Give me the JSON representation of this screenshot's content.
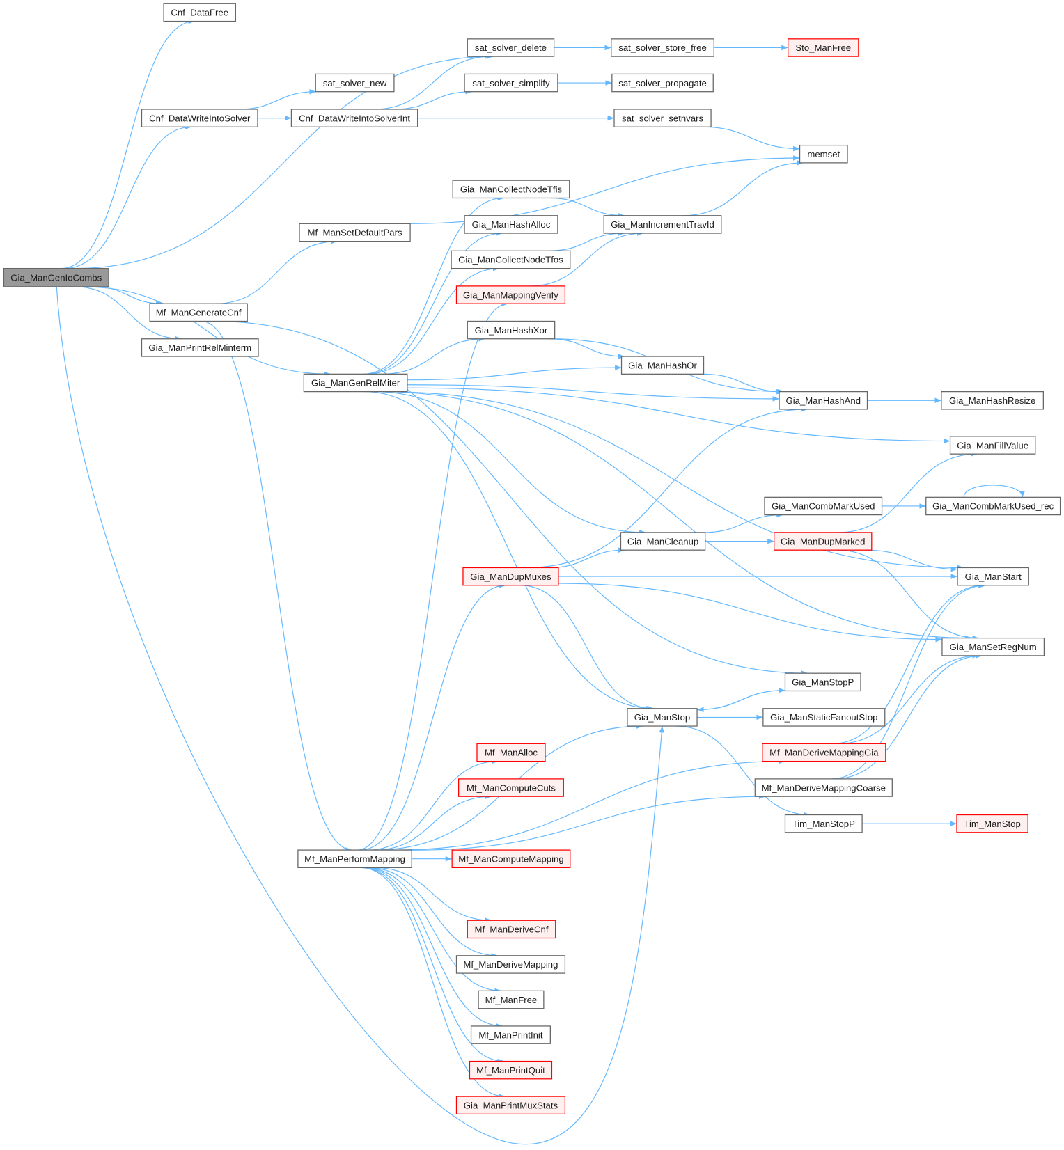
{
  "colors": {
    "edge": "#63b8ff",
    "node_border": "#666666",
    "node_fill": "#ffffff",
    "root_fill": "#999999",
    "root_border": "#666666",
    "red_border": "#ff0000",
    "red_fill": "#fff0f0"
  },
  "nodes": [
    {
      "id": "n1",
      "label": "Gia_ManGenIoCombs",
      "style": "root"
    },
    {
      "id": "n2",
      "label": "Cnf_DataFree",
      "style": "normal"
    },
    {
      "id": "n3",
      "label": "sat_solver_delete",
      "style": "normal"
    },
    {
      "id": "n4",
      "label": "sat_solver_store_free",
      "style": "normal"
    },
    {
      "id": "n5",
      "label": "Sto_ManFree",
      "style": "red"
    },
    {
      "id": "n6",
      "label": "sat_solver_new",
      "style": "normal"
    },
    {
      "id": "n7",
      "label": "sat_solver_simplify",
      "style": "normal"
    },
    {
      "id": "n8",
      "label": "sat_solver_propagate",
      "style": "normal"
    },
    {
      "id": "n9",
      "label": "Cnf_DataWriteIntoSolver",
      "style": "normal"
    },
    {
      "id": "n10",
      "label": "Cnf_DataWriteIntoSolverInt",
      "style": "normal"
    },
    {
      "id": "n11",
      "label": "sat_solver_setnvars",
      "style": "normal"
    },
    {
      "id": "n12",
      "label": "memset",
      "style": "normal"
    },
    {
      "id": "n13",
      "label": "Gia_ManCollectNodeTfis",
      "style": "normal"
    },
    {
      "id": "n14",
      "label": "Mf_ManSetDefaultPars",
      "style": "normal"
    },
    {
      "id": "n15",
      "label": "Gia_ManHashAlloc",
      "style": "normal"
    },
    {
      "id": "n16",
      "label": "Gia_ManIncrementTravId",
      "style": "normal"
    },
    {
      "id": "n17",
      "label": "Gia_ManCollectNodeTfos",
      "style": "normal"
    },
    {
      "id": "n18",
      "label": "Gia_ManMappingVerify",
      "style": "red"
    },
    {
      "id": "n19",
      "label": "Mf_ManGenerateCnf",
      "style": "normal"
    },
    {
      "id": "n20",
      "label": "Gia_ManPrintRelMinterm",
      "style": "normal"
    },
    {
      "id": "n21",
      "label": "Gia_ManHashXor",
      "style": "normal"
    },
    {
      "id": "n22",
      "label": "Gia_ManHashOr",
      "style": "normal"
    },
    {
      "id": "n23",
      "label": "Gia_ManGenRelMiter",
      "style": "normal"
    },
    {
      "id": "n24",
      "label": "Gia_ManHashAnd",
      "style": "normal"
    },
    {
      "id": "n25",
      "label": "Gia_ManHashResize",
      "style": "normal"
    },
    {
      "id": "n26",
      "label": "Gia_ManFillValue",
      "style": "normal"
    },
    {
      "id": "n27",
      "label": "Gia_ManCombMarkUsed",
      "style": "normal"
    },
    {
      "id": "n28",
      "label": "Gia_ManCombMarkUsed_rec",
      "style": "normal"
    },
    {
      "id": "n29",
      "label": "Gia_ManCleanup",
      "style": "normal"
    },
    {
      "id": "n30",
      "label": "Gia_ManDupMarked",
      "style": "red"
    },
    {
      "id": "n31",
      "label": "Gia_ManDupMuxes",
      "style": "red"
    },
    {
      "id": "n32",
      "label": "Gia_ManStart",
      "style": "normal"
    },
    {
      "id": "n33",
      "label": "Gia_ManSetRegNum",
      "style": "normal"
    },
    {
      "id": "n34",
      "label": "Gia_ManStopP",
      "style": "normal"
    },
    {
      "id": "n35",
      "label": "Gia_ManStop",
      "style": "normal"
    },
    {
      "id": "n36",
      "label": "Gia_ManStaticFanoutStop",
      "style": "normal"
    },
    {
      "id": "n37",
      "label": "Mf_ManAlloc",
      "style": "red"
    },
    {
      "id": "n38",
      "label": "Mf_ManDeriveMappingGia",
      "style": "red"
    },
    {
      "id": "n39",
      "label": "Mf_ManComputeCuts",
      "style": "red"
    },
    {
      "id": "n40",
      "label": "Mf_ManDeriveMappingCoarse",
      "style": "normal"
    },
    {
      "id": "n41",
      "label": "Tim_ManStopP",
      "style": "normal"
    },
    {
      "id": "n42",
      "label": "Tim_ManStop",
      "style": "red"
    },
    {
      "id": "n43",
      "label": "Mf_ManPerformMapping",
      "style": "normal"
    },
    {
      "id": "n44",
      "label": "Mf_ManComputeMapping",
      "style": "red"
    },
    {
      "id": "n45",
      "label": "Mf_ManDeriveCnf",
      "style": "red"
    },
    {
      "id": "n46",
      "label": "Mf_ManDeriveMapping",
      "style": "normal"
    },
    {
      "id": "n47",
      "label": "Mf_ManFree",
      "style": "normal"
    },
    {
      "id": "n48",
      "label": "Mf_ManPrintInit",
      "style": "normal"
    },
    {
      "id": "n49",
      "label": "Mf_ManPrintQuit",
      "style": "red"
    },
    {
      "id": "n50",
      "label": "Gia_ManPrintMuxStats",
      "style": "red"
    }
  ],
  "edges": [
    [
      "n1",
      "n2"
    ],
    [
      "n1",
      "n3"
    ],
    [
      "n1",
      "n9"
    ],
    [
      "n1",
      "n23"
    ],
    [
      "n1",
      "n19"
    ],
    [
      "n1",
      "n20"
    ],
    [
      "n1",
      "n35"
    ],
    [
      "n9",
      "n6"
    ],
    [
      "n9",
      "n10"
    ],
    [
      "n10",
      "n3"
    ],
    [
      "n10",
      "n7"
    ],
    [
      "n10",
      "n11"
    ],
    [
      "n3",
      "n4"
    ],
    [
      "n4",
      "n5"
    ],
    [
      "n7",
      "n8"
    ],
    [
      "n11",
      "n12"
    ],
    [
      "n14",
      "n12"
    ],
    [
      "n13",
      "n16"
    ],
    [
      "n17",
      "n16"
    ],
    [
      "n18",
      "n16"
    ],
    [
      "n16",
      "n12"
    ],
    [
      "n19",
      "n14"
    ],
    [
      "n19",
      "n43"
    ],
    [
      "n19",
      "n34"
    ],
    [
      "n23",
      "n13"
    ],
    [
      "n23",
      "n15"
    ],
    [
      "n23",
      "n17"
    ],
    [
      "n23",
      "n21"
    ],
    [
      "n23",
      "n22"
    ],
    [
      "n23",
      "n24"
    ],
    [
      "n23",
      "n26"
    ],
    [
      "n23",
      "n32"
    ],
    [
      "n23",
      "n29"
    ],
    [
      "n23",
      "n33"
    ],
    [
      "n23",
      "n35"
    ],
    [
      "n21",
      "n22"
    ],
    [
      "n21",
      "n24"
    ],
    [
      "n22",
      "n24"
    ],
    [
      "n24",
      "n25"
    ],
    [
      "n27",
      "n28"
    ],
    [
      "n28",
      "n28"
    ],
    [
      "n29",
      "n27"
    ],
    [
      "n29",
      "n30"
    ],
    [
      "n30",
      "n26"
    ],
    [
      "n30",
      "n32"
    ],
    [
      "n30",
      "n33"
    ],
    [
      "n31",
      "n29"
    ],
    [
      "n31",
      "n24"
    ],
    [
      "n31",
      "n32"
    ],
    [
      "n31",
      "n33"
    ],
    [
      "n31",
      "n35"
    ],
    [
      "n35",
      "n34"
    ],
    [
      "n35",
      "n36"
    ],
    [
      "n35",
      "n41"
    ],
    [
      "n34",
      "n35"
    ],
    [
      "n41",
      "n42"
    ],
    [
      "n38",
      "n32"
    ],
    [
      "n38",
      "n33"
    ],
    [
      "n40",
      "n32"
    ],
    [
      "n40",
      "n33"
    ],
    [
      "n43",
      "n18"
    ],
    [
      "n43",
      "n31"
    ],
    [
      "n43",
      "n35"
    ],
    [
      "n43",
      "n38"
    ],
    [
      "n43",
      "n37"
    ],
    [
      "n43",
      "n39"
    ],
    [
      "n43",
      "n40"
    ],
    [
      "n43",
      "n44"
    ],
    [
      "n43",
      "n45"
    ],
    [
      "n43",
      "n46"
    ],
    [
      "n43",
      "n47"
    ],
    [
      "n43",
      "n48"
    ],
    [
      "n43",
      "n49"
    ],
    [
      "n43",
      "n50"
    ]
  ]
}
